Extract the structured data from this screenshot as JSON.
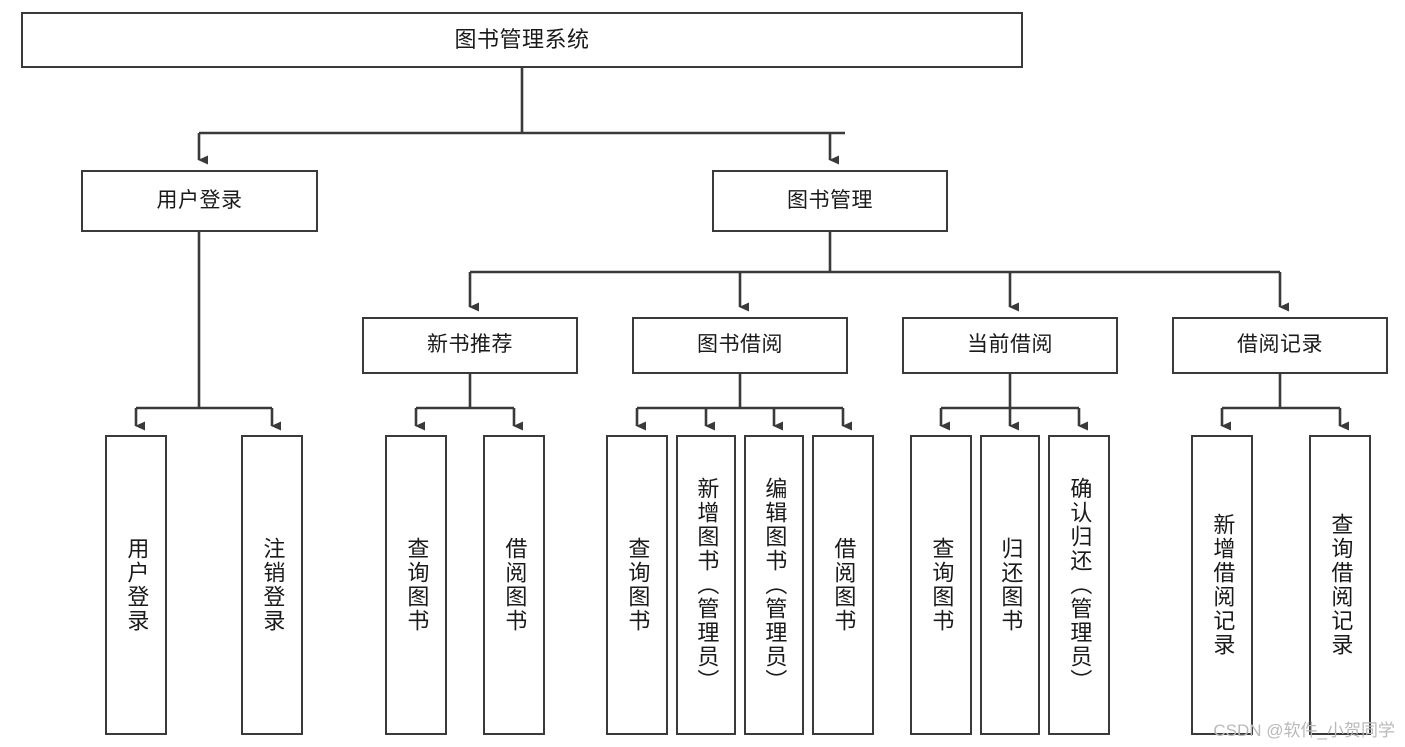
{
  "diagram": {
    "title": "图书管理系统",
    "type": "tree-hierarchy",
    "root": {
      "id": "root",
      "label": "图书管理系统"
    },
    "level2": [
      {
        "id": "user-login",
        "label": "用户登录"
      },
      {
        "id": "book-manage",
        "label": "图书管理"
      }
    ],
    "level3": [
      {
        "id": "new-book-recommend",
        "label": "新书推荐"
      },
      {
        "id": "book-borrow",
        "label": "图书借阅"
      },
      {
        "id": "current-borrow",
        "label": "当前借阅"
      },
      {
        "id": "borrow-record",
        "label": "借阅记录"
      }
    ],
    "leaves": {
      "user_login": [
        {
          "id": "leaf-user-login",
          "label": "用户登录"
        },
        {
          "id": "leaf-logout-login",
          "label": "注销登录"
        }
      ],
      "new_book_recommend": [
        {
          "id": "leaf-query-book-1",
          "label": "查询图书"
        },
        {
          "id": "leaf-borrow-book-1",
          "label": "借阅图书"
        }
      ],
      "book_borrow": [
        {
          "id": "leaf-query-book-2",
          "label": "查询图书"
        },
        {
          "id": "leaf-add-book",
          "label": "新增图书（管理员）"
        },
        {
          "id": "leaf-edit-book",
          "label": "编辑图书（管理员）"
        },
        {
          "id": "leaf-borrow-book-2",
          "label": "借阅图书"
        }
      ],
      "current_borrow": [
        {
          "id": "leaf-query-book-3",
          "label": "查询图书"
        },
        {
          "id": "leaf-return-book",
          "label": "归还图书"
        },
        {
          "id": "leaf-confirm-return",
          "label": "确认归还（管理员）"
        }
      ],
      "borrow_record": [
        {
          "id": "leaf-add-record",
          "label": "新增借阅记录"
        },
        {
          "id": "leaf-query-record",
          "label": "查询借阅记录"
        }
      ]
    }
  },
  "watermark": {
    "text": "CSDN @软件_小贺同学"
  },
  "colors": {
    "stroke": "#3a3a3a",
    "fill": "#ffffff",
    "text": "#1a1a1a",
    "watermark": "#b9b9b9"
  }
}
